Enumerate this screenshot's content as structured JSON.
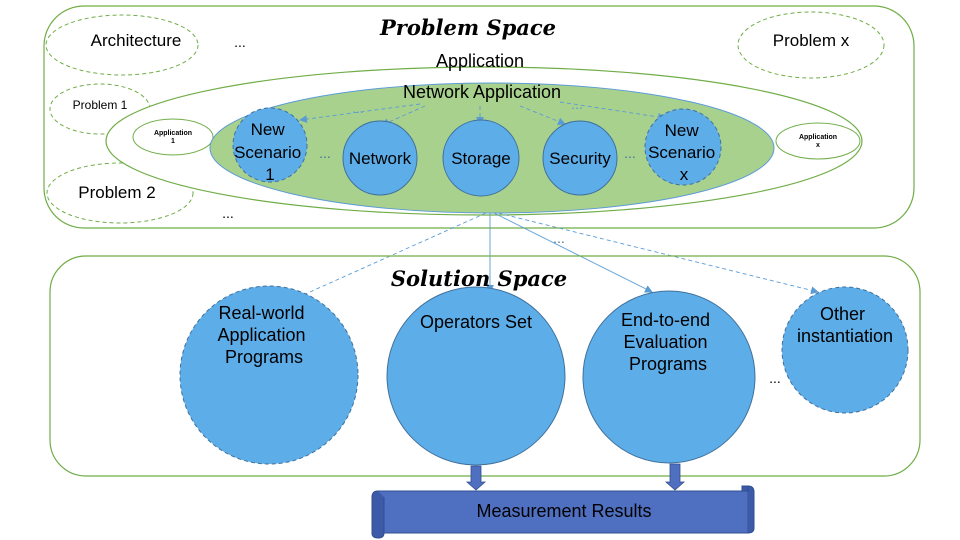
{
  "problem_space": {
    "title": "Problem Space",
    "architecture": "Architecture",
    "problem_x": "Problem x",
    "problem_1": "Problem 1",
    "problem_2": "Problem 2",
    "application": "Application",
    "application_1": "Application 1",
    "application_x": "Application x",
    "network_application": "Network Application",
    "scenarios": {
      "new_scenario_1": "New Scenario 1",
      "network": "Network",
      "storage": "Storage",
      "security": "Security",
      "new_scenario_x": "New Scenario x"
    },
    "ellipsis": "..."
  },
  "solution_space": {
    "title": "Solution Space",
    "real_world": "Real-world Application Programs",
    "operators_set": "Operators Set",
    "end_to_end": "End-to-end Evaluation Programs",
    "other": "Other instantiation",
    "ellipsis": "..."
  },
  "measurement": {
    "label": "Measurement Results"
  },
  "colors": {
    "green_border": "#70ad47",
    "green_fill": "#a9d18e",
    "blue_fill": "#5dade9",
    "blue_border": "#41719c",
    "arrow": "#5b9bd5",
    "scroll_fill": "#4f6fc0"
  }
}
